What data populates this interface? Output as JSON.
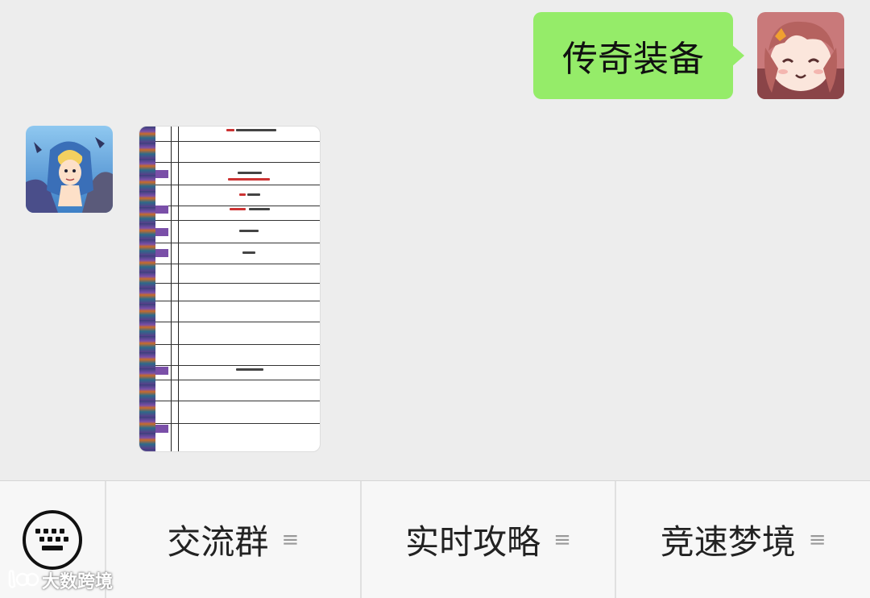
{
  "chat": {
    "outgoing_message": "传奇装备",
    "incoming_image_alt": "equipment table screenshot"
  },
  "bottom_menu": {
    "items": [
      {
        "label": "交流群",
        "more": "≡"
      },
      {
        "label": "实时攻略",
        "more": "≡"
      },
      {
        "label": "竞速梦境",
        "more": "≡"
      }
    ]
  },
  "watermark": {
    "text": "大数跨境"
  },
  "colors": {
    "bubble_out": "#95ec69",
    "background": "#ededed",
    "bar": "#f7f7f7"
  },
  "icons": {
    "keyboard": "keyboard-icon",
    "menu_more": "menu-lines-icon"
  }
}
